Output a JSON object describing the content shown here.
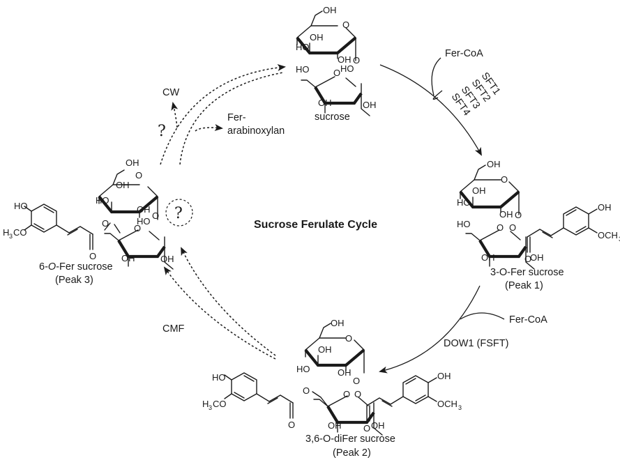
{
  "title": "Sucrose Ferulate Cycle",
  "compounds": {
    "sucrose": {
      "name": "sucrose"
    },
    "peak1": {
      "name": "3-O-Fer sucrose",
      "peak": "(Peak 1)"
    },
    "peak2": {
      "name": "3,6-O-diFer sucrose",
      "peak": "(Peak 2)"
    },
    "peak3": {
      "name_prefix": "6-",
      "name_italic": "O",
      "name_suffix": "-Fer sucrose",
      "peak": "(Peak 3)"
    }
  },
  "atoms": {
    "OH": "OH",
    "HO": "HO",
    "O": "O",
    "H3CO_main": "H",
    "H3CO_sub": "3",
    "H3CO_tail": "CO",
    "OCH3_main": "OCH",
    "OCH3_sub": "3"
  },
  "reactions": {
    "step1": {
      "cosubstrate": "Fer-CoA",
      "enzymes": [
        "SFT1",
        "SFT2",
        "SFT3",
        "SFT4"
      ]
    },
    "step2": {
      "cosubstrate": "Fer-CoA",
      "enzyme": "DOW1 (FSFT)"
    },
    "step3": {
      "label": "CMF"
    },
    "step4": {
      "unknown": "?",
      "products": [
        "CW",
        "Fer-arabinoxylan"
      ],
      "product_line1": "Fer-",
      "product_line2": "arabinoxylan"
    },
    "center_unknown": "?"
  }
}
